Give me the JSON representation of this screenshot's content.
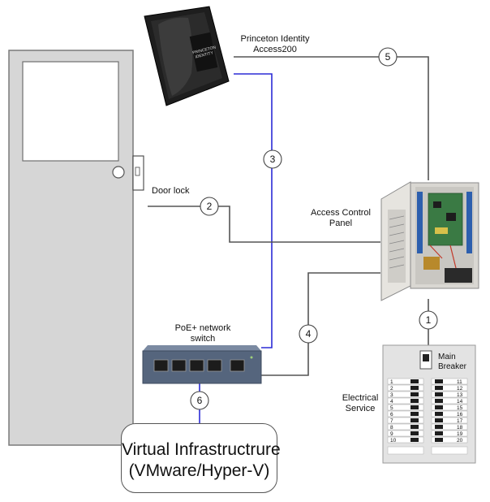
{
  "labels": {
    "reader": [
      "Princeton Identity",
      "Access200"
    ],
    "reader_logo": [
      "PRINCETON",
      "IDENTITY"
    ],
    "door_lock": "Door lock",
    "access_panel": [
      "Access Control",
      "Panel"
    ],
    "poe_switch": [
      "PoE+ network",
      "switch"
    ],
    "electrical": [
      "Electrical",
      "Service"
    ],
    "main_breaker": [
      "Main",
      "Breaker"
    ],
    "virtual": [
      "Virtual Infrastructrure",
      "(VMware/Hyper-V)"
    ]
  },
  "connections": [
    {
      "id": "1",
      "label": "1",
      "color": "#555555"
    },
    {
      "id": "2",
      "label": "2",
      "color": "#555555"
    },
    {
      "id": "3",
      "label": "3",
      "color": "#2b2bd6"
    },
    {
      "id": "4",
      "label": "4",
      "color": "#555555"
    },
    {
      "id": "5",
      "label": "5",
      "color": "#555555"
    },
    {
      "id": "6",
      "label": "6",
      "color": "#2b2bd6"
    }
  ],
  "breaker_numbers": {
    "left": [
      "1",
      "2",
      "3",
      "4",
      "5",
      "6",
      "7",
      "8",
      "9",
      "10"
    ],
    "right": [
      "11",
      "12",
      "13",
      "14",
      "15",
      "16",
      "17",
      "18",
      "19",
      "20"
    ]
  },
  "colors": {
    "wire": "#555555",
    "data_wire": "#2b2bd6",
    "door_fill": "#d6d6d6",
    "switch_body": "#55657d",
    "panel_body": "#d9d7d2"
  }
}
